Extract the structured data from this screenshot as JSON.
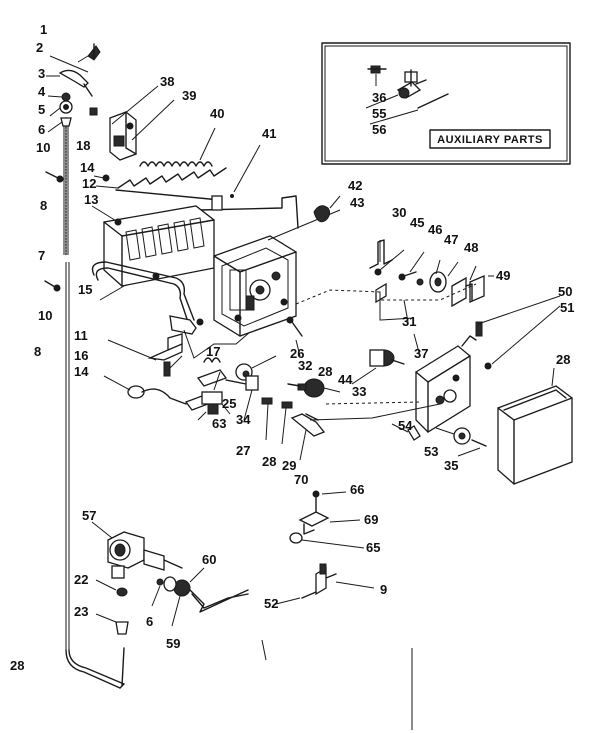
{
  "auxiliary_label": "AUXILIARY PARTS",
  "callouts": [
    "1",
    "2",
    "3",
    "4",
    "5",
    "6",
    "18",
    "10",
    "8",
    "14",
    "12",
    "13",
    "38",
    "39",
    "40",
    "41",
    "42",
    "43",
    "30",
    "45",
    "46",
    "47",
    "48",
    "49",
    "50",
    "51",
    "7",
    "10",
    "8",
    "15",
    "11",
    "16",
    "14",
    "17",
    "25",
    "63",
    "26",
    "32",
    "28",
    "44",
    "33",
    "34",
    "27",
    "28",
    "29",
    "70",
    "31",
    "37",
    "28",
    "54",
    "53",
    "35",
    "36",
    "55",
    "56",
    "57",
    "22",
    "23",
    "6",
    "59",
    "60",
    "66",
    "69",
    "65",
    "9",
    "52",
    "28"
  ]
}
